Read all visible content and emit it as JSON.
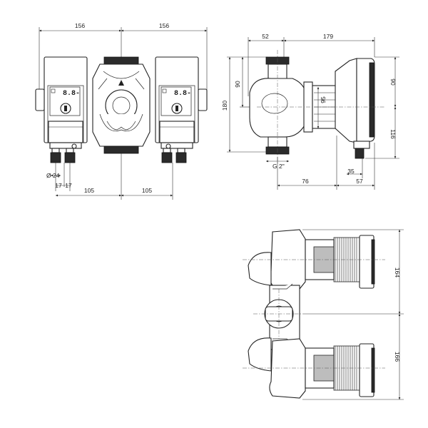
{
  "front_view": {
    "dims": {
      "width_left": "156",
      "width_right": "156",
      "connector_dia": "Ø 24",
      "spacing_a": "17",
      "spacing_b": "17",
      "offset_left": "105",
      "offset_right": "105"
    },
    "display_left": "8.8",
    "display_right": "8.8",
    "display_suffix": "-"
  },
  "side_view": {
    "dims": {
      "top_offset": "52",
      "top_length": "179",
      "left_height": "90",
      "total_height": "180",
      "flange_dia": "95",
      "right_height": "90",
      "right_lower": "116",
      "pipe_thread": "G 2\"",
      "bottom_left": "76",
      "bottom_right": "57",
      "plug_offset": "35"
    }
  },
  "top_view": {
    "dims": {
      "upper_height": "164",
      "lower_height": "166"
    }
  }
}
